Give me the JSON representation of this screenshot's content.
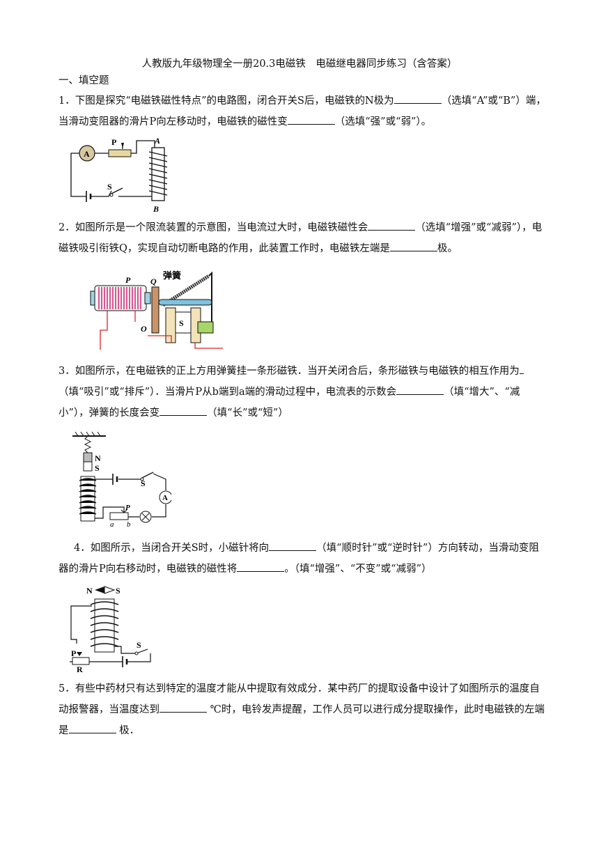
{
  "title": "人教版九年级物理全一册20.3电磁铁　电磁继电器同步练习（含答案）",
  "section": "一、填空题",
  "questions": [
    {
      "num": "1．",
      "parts": [
        "下图是探究“电磁铁磁性特点”的电路图，闭合开关S后，电磁铁的N极为",
        "（选填“A”或“B”）端，当滑动变阻器的滑片P向左移动时，电磁铁的磁性变",
        "（选填“强”或“弱”）。"
      ]
    },
    {
      "num": "2．",
      "parts": [
        "如图所示是一个限流装置的示意图，当电流过大时，电磁铁磁性会",
        "（选填“增强”或“减弱”），电磁铁吸引衔铁Q，实现自动切断电路的作用，此装置工作时，电磁铁左端是",
        "极。"
      ]
    },
    {
      "num": "3．",
      "parts": [
        "如图所示，在电磁铁的正上方用弹簧挂一条形磁铁．当开关闭合后，条形磁铁与电磁铁的相互作用为",
        "（填“吸引”或“排斥”）．当滑片P从b端到a端的滑动过程中，电流表的示数会",
        "（填“增大”、“减小”），弹簧的长度会变",
        "（填“长”或“短”）"
      ]
    },
    {
      "num": "4．",
      "parts": [
        "如图所示，当闭合开关S时，小磁针将向",
        "（填“顺时针”或“逆时针”）方向转动，当滑动变阻器的滑片P向右移动时，电磁铁的磁性将",
        "。（填“增强”、“不变”或“减弱”）"
      ]
    },
    {
      "num": "5．",
      "parts": [
        "有些中药材只有达到特定的温度才能从中提取有效成分．某中药厂的提取设备中设计了如图所示的温度自动报警器，当温度达到",
        " ℃时，电铃发声提醒，工作人员可以进行成分提取操作，此时电磁铁的左端是",
        " 极．"
      ]
    }
  ],
  "figures": {
    "fig1": {
      "ammeter": "A",
      "slider": "P",
      "switch": "S",
      "end_top": "A",
      "end_bottom": "B"
    },
    "fig2": {
      "coil": "P",
      "armature": "Q",
      "spring": "弹簧",
      "pivot": "O",
      "switch": "S"
    },
    "fig3": {
      "magnet_n": "N",
      "magnet_s": "S",
      "switch": "S",
      "ammeter": "A",
      "slider": "P",
      "end_a": "a",
      "end_b": "b"
    },
    "fig4": {
      "needle_n": "N",
      "needle_s": "S",
      "switch": "S",
      "slider": "P",
      "rheostat": "R"
    }
  }
}
